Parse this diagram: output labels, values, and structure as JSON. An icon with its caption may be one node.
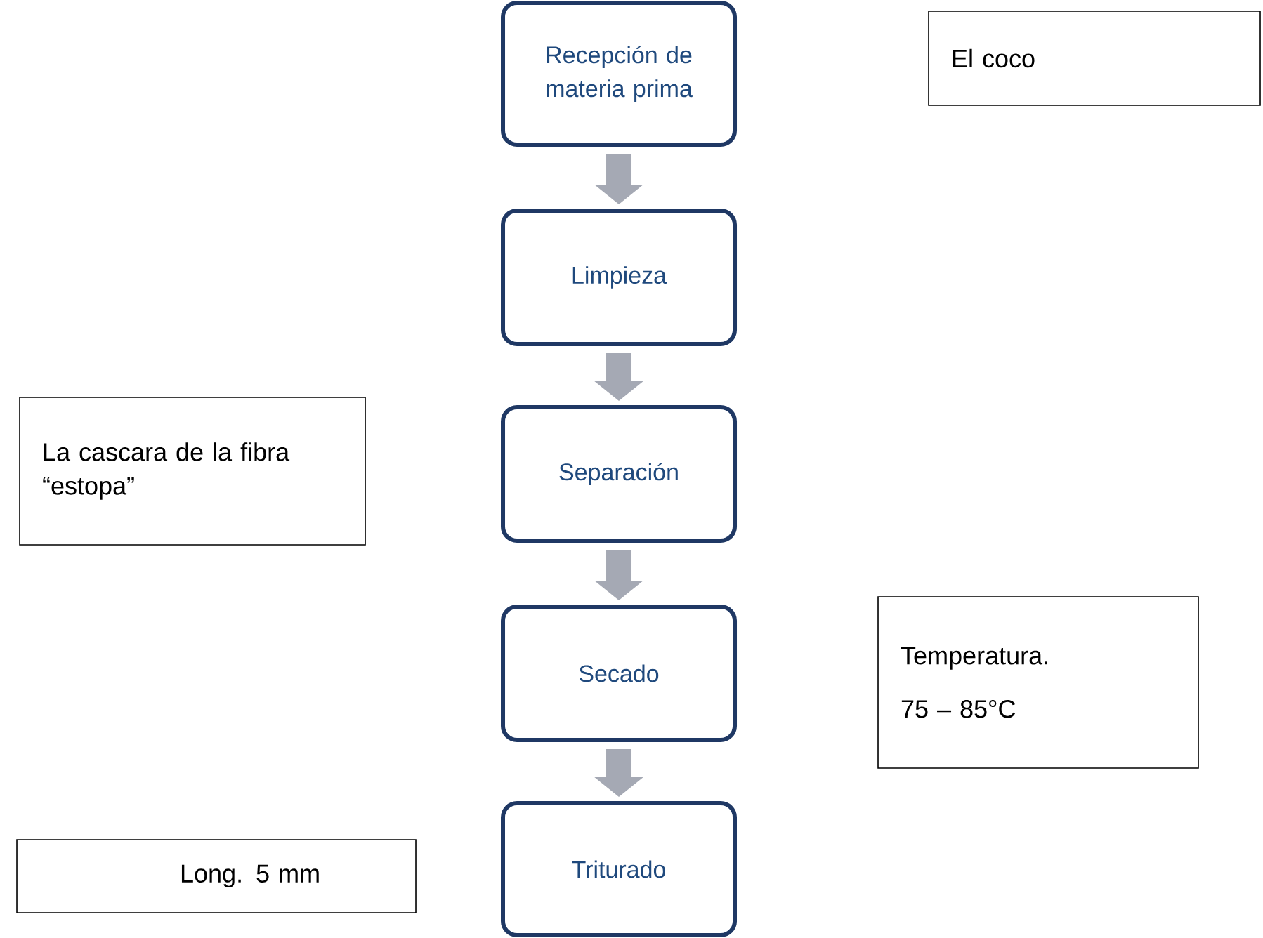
{
  "diagram": {
    "nodes": [
      {
        "text": [
          "Recepción de materia prima"
        ]
      },
      {
        "text": [
          "Limpieza"
        ]
      },
      {
        "text": [
          "Separación"
        ]
      },
      {
        "text": [
          "Secado"
        ]
      },
      {
        "text": [
          "Triturado"
        ]
      },
      {
        "text": [
          "El coco"
        ]
      },
      {
        "text": [
          "La cascara de la fibra “estopa”"
        ]
      },
      {
        "text": [
          "Temperatura.",
          "75 – 85°C"
        ]
      },
      {
        "text": [
          "Long. 5 mm"
        ]
      }
    ],
    "edges": [
      {
        "from": 0,
        "to": 1,
        "arrow": "to"
      },
      {
        "from": 1,
        "to": 2,
        "arrow": "to"
      },
      {
        "from": 2,
        "to": 3,
        "arrow": "to"
      },
      {
        "from": 3,
        "to": 4,
        "arrow": "to"
      }
    ]
  }
}
